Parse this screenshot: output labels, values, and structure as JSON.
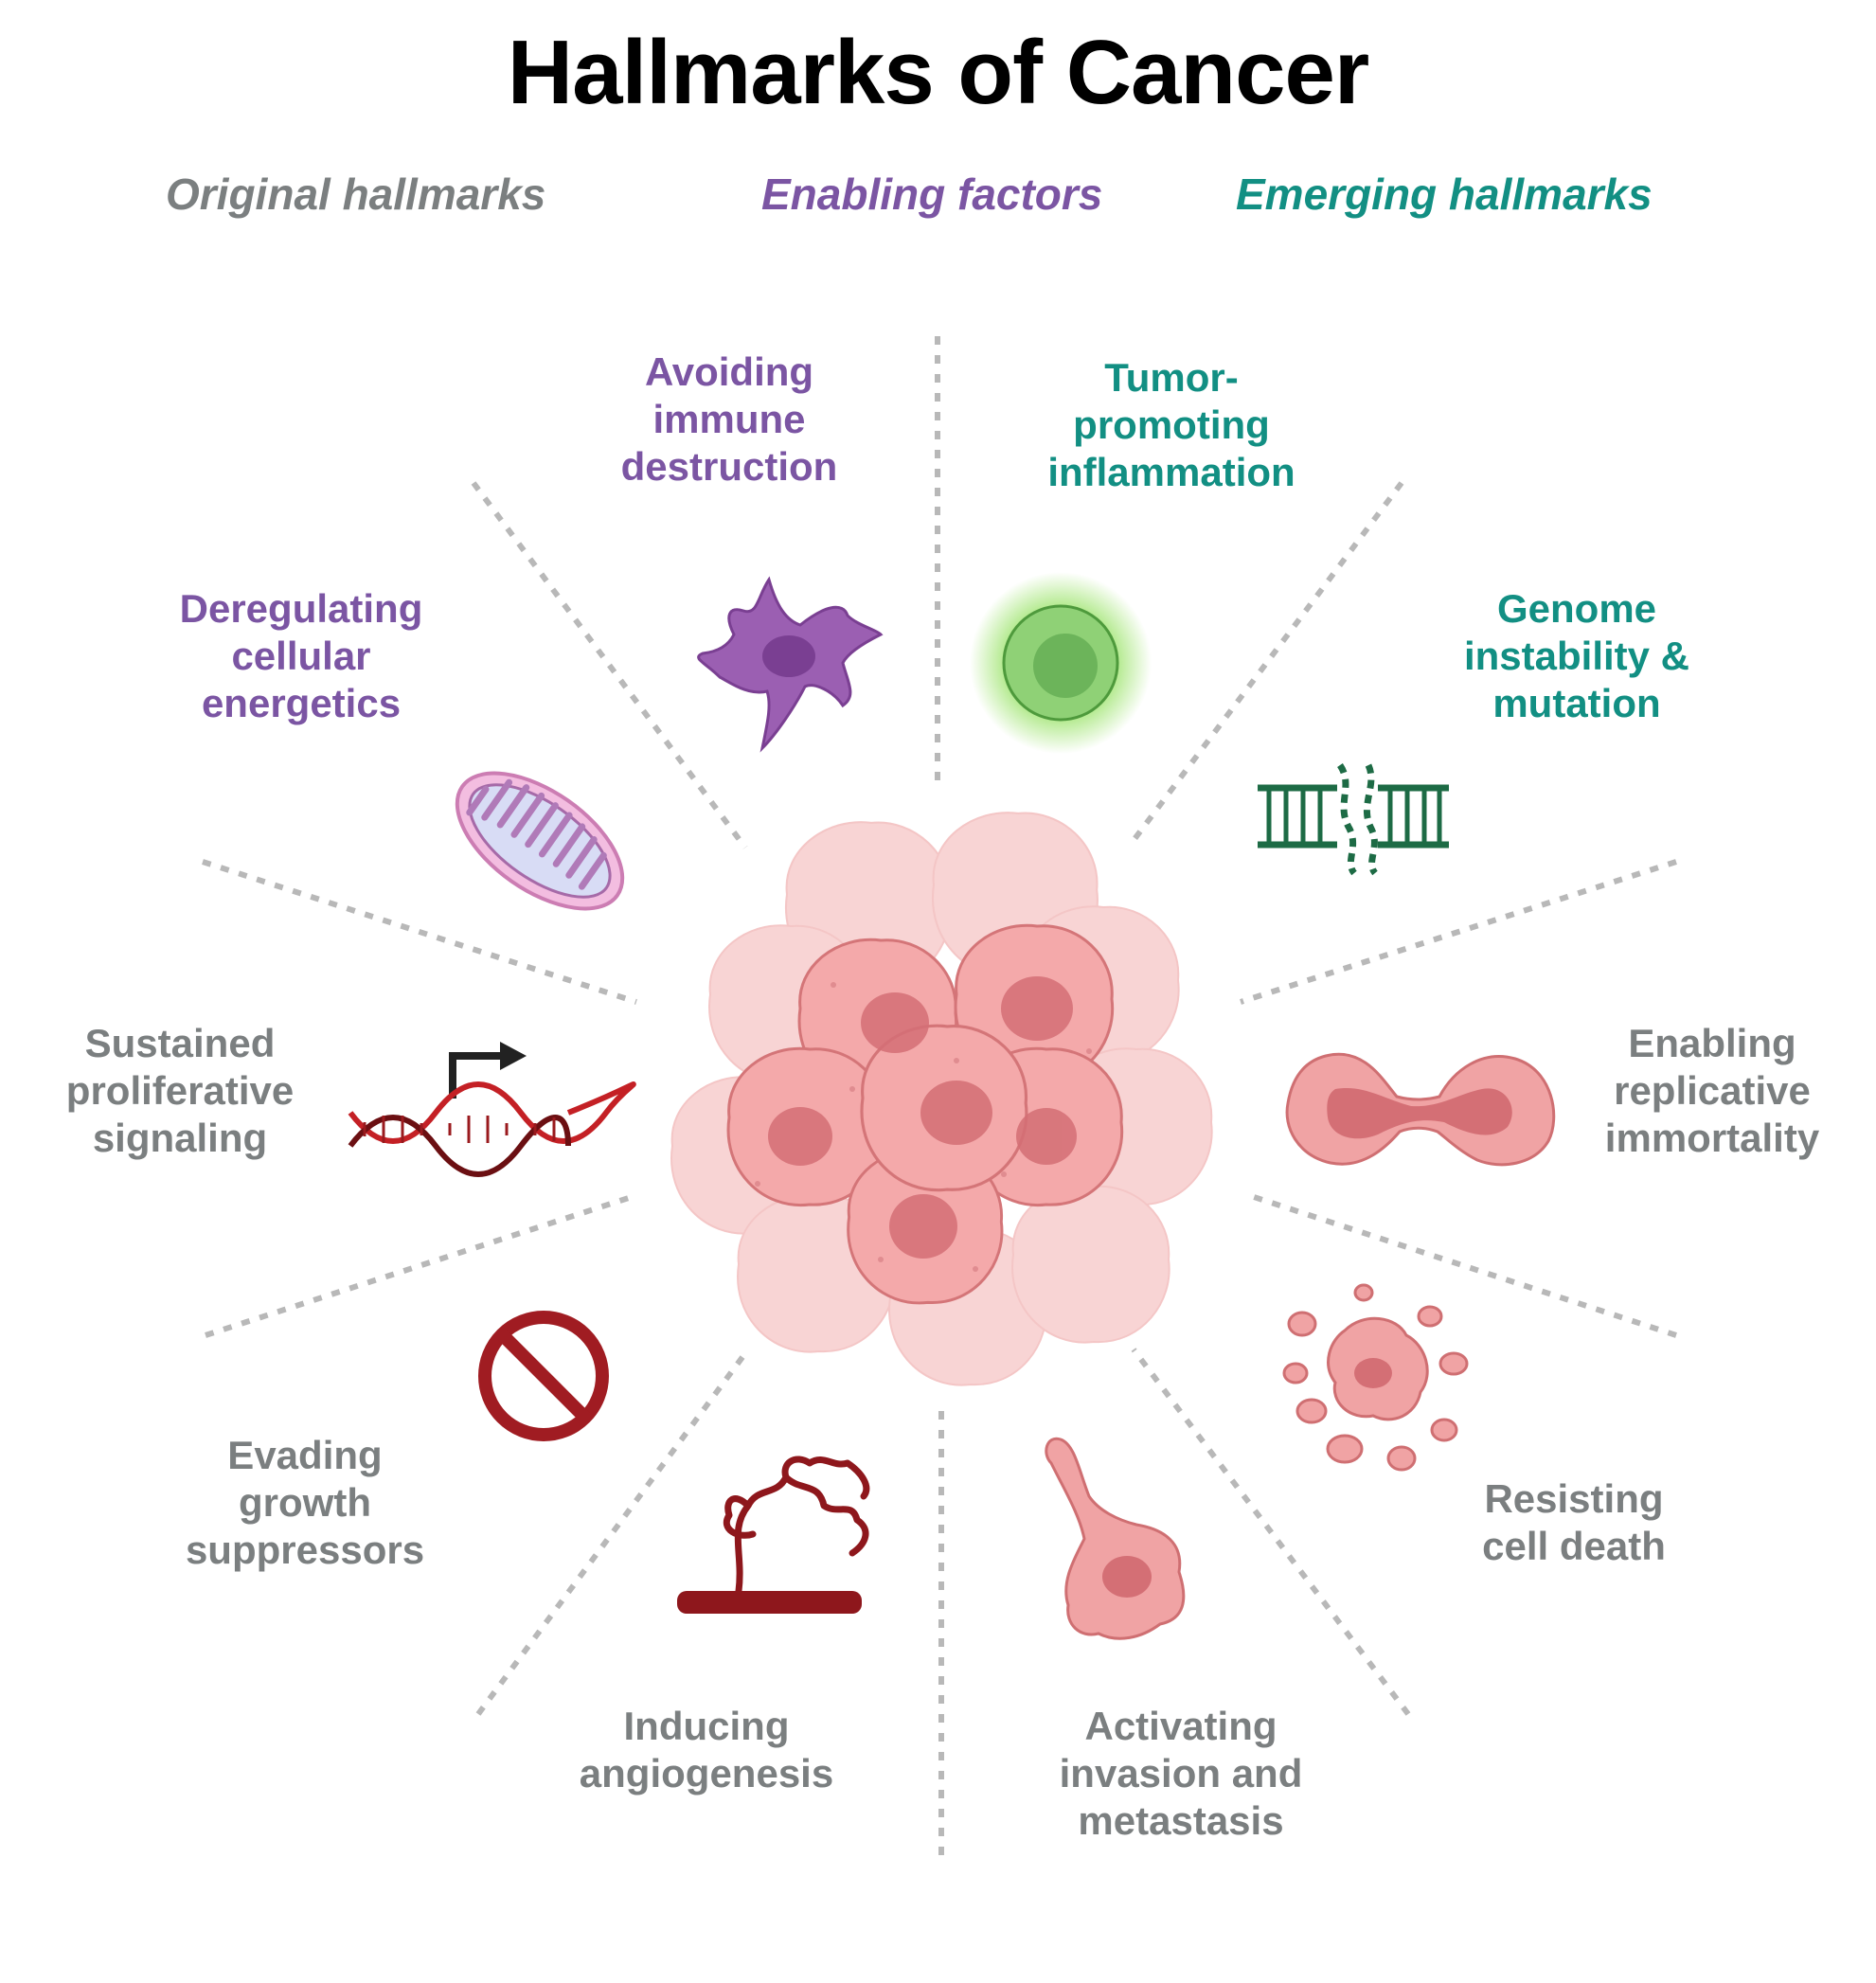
{
  "title": "Hallmarks of Cancer",
  "colors": {
    "original": "#7b7f80",
    "enabling": "#7b55a3",
    "emerging": "#128f83",
    "cell_fill": "#f0a3a4",
    "cell_edge": "#cf6f72",
    "nucleus": "#d46f75",
    "divider": "#b8b8b8"
  },
  "categories": {
    "original": "Original hallmarks",
    "enabling": "Enabling factors",
    "emerging": "Emerging hallmarks"
  },
  "hallmarks": [
    {
      "id": "avoiding-immune-destruction",
      "group": "enabling",
      "lines": [
        "Avoiding",
        "immune",
        "destruction"
      ],
      "icon": "dendritic-cell-icon"
    },
    {
      "id": "tumor-promoting-inflammation",
      "group": "emerging",
      "lines": [
        "Tumor-",
        "promoting",
        "inflammation"
      ],
      "icon": "glowing-cell-icon"
    },
    {
      "id": "deregulating-cellular-energetics",
      "group": "enabling",
      "lines": [
        "Deregulating",
        "cellular",
        "energetics"
      ],
      "icon": "mitochondrion-icon"
    },
    {
      "id": "genome-instability-mutation",
      "group": "emerging",
      "lines": [
        "Genome",
        "instability &",
        "mutation"
      ],
      "icon": "broken-dna-icon"
    },
    {
      "id": "sustained-proliferative-signaling",
      "group": "original",
      "lines": [
        "Sustained",
        "proliferative",
        "signaling"
      ],
      "icon": "dna-promoter-arrow-icon"
    },
    {
      "id": "enabling-replicative-immortality",
      "group": "original",
      "lines": [
        "Enabling",
        "replicative",
        "immortality"
      ],
      "icon": "dividing-cell-icon"
    },
    {
      "id": "evading-growth-suppressors",
      "group": "original",
      "lines": [
        "Evading",
        "growth",
        "suppressors"
      ],
      "icon": "prohibition-sign-icon"
    },
    {
      "id": "resisting-cell-death",
      "group": "original",
      "lines": [
        "Resisting",
        "cell death"
      ],
      "icon": "apoptotic-cell-icon"
    },
    {
      "id": "inducing-angiogenesis",
      "group": "original",
      "lines": [
        "Inducing",
        "angiogenesis"
      ],
      "icon": "blood-vessel-icon"
    },
    {
      "id": "activating-invasion-metastasis",
      "group": "original",
      "lines": [
        "Activating",
        "invasion and",
        "metastasis"
      ],
      "icon": "migrating-cell-icon"
    }
  ],
  "center": {
    "icon": "tumor-cell-cluster-icon"
  }
}
